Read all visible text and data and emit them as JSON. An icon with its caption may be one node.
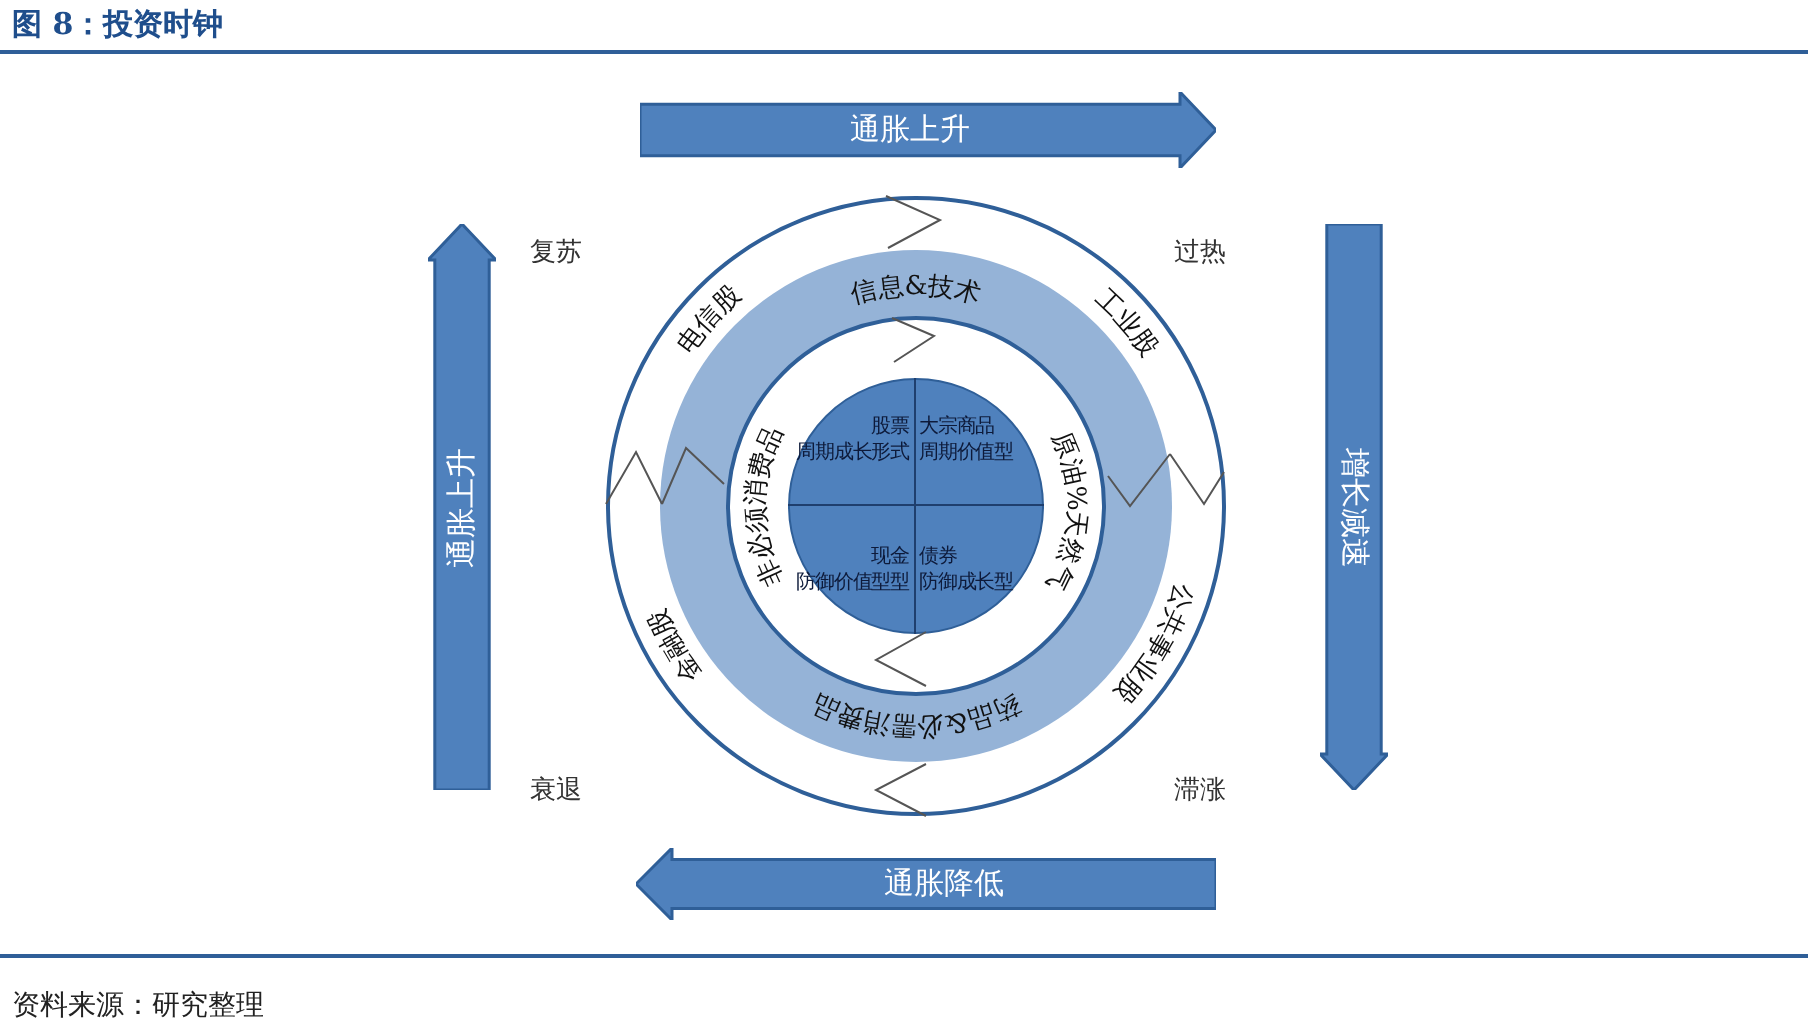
{
  "diagram": {
    "title": "图 8：投资时钟",
    "caption": "资料来源：研究整理",
    "nodes": [
      {
        "text": [
          "通胀上升"
        ]
      },
      {
        "text": [
          "增长减速"
        ]
      },
      {
        "text": [
          "通胀降低"
        ]
      },
      {
        "text": [
          "通胀上升"
        ]
      },
      {
        "text": [],
        "shape": "circle"
      },
      {
        "text": [
          "信息&技术",
          "药品&必需消费品"
        ],
        "in": 4
      },
      {
        "text": [
          "非必须消费品",
          "原油%天然气"
        ],
        "in": 5
      },
      {
        "text": [],
        "shape": "circle",
        "in": 6
      },
      {
        "text": [
          "股票",
          "周期成长形式"
        ],
        "in": 7
      },
      {
        "text": [
          "大宗商品",
          "周期价值型"
        ],
        "in": 7
      },
      {
        "text": [
          "现金",
          "防御价值型型"
        ],
        "in": 7
      },
      {
        "text": [
          "债券",
          "防御成长型"
        ],
        "in": 7
      }
    ],
    "labels": [
      "复苏",
      "过热",
      "电信股",
      "工业股",
      "公共事业股",
      "金融股",
      "衰退",
      "滞涨"
    ]
  }
}
